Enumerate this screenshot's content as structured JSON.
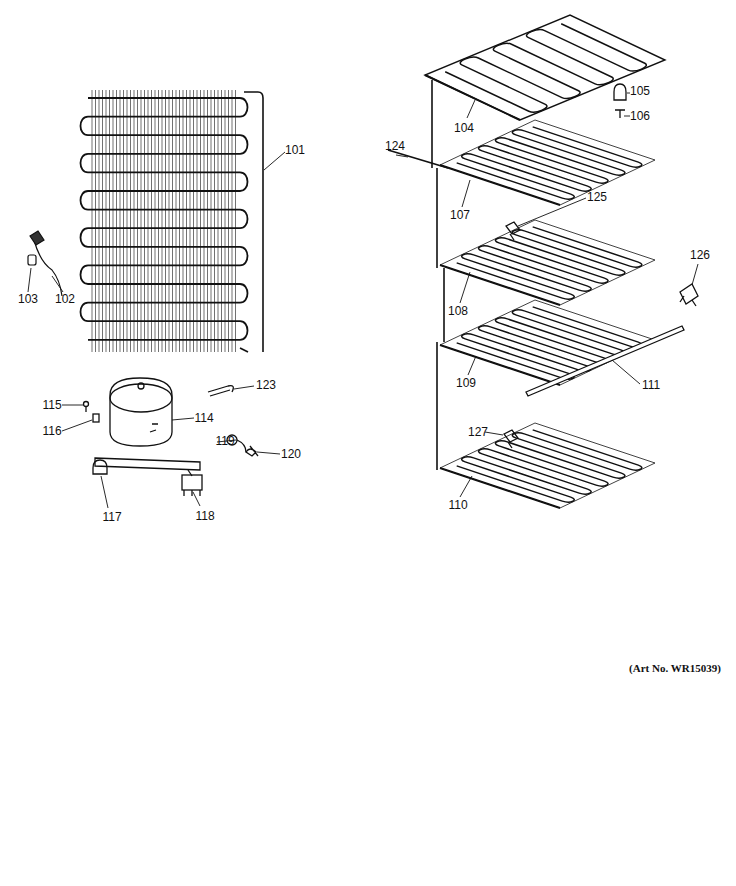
{
  "diagram": {
    "labels": [
      "101",
      "103",
      "102",
      "115",
      "116",
      "114",
      "123",
      "119",
      "120",
      "117",
      "118",
      "124",
      "104",
      "105",
      "106",
      "107",
      "125",
      "108",
      "126",
      "109",
      "111",
      "127",
      "110",
      "(Art No. WR15039)"
    ]
  }
}
